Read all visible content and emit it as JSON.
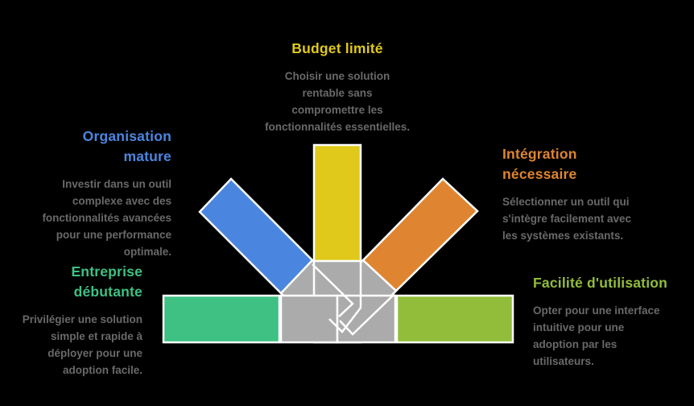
{
  "canvas": {
    "background": "#000000"
  },
  "palette": {
    "arrowhead_gray": "#ababab",
    "shape_stroke": "#ffffff",
    "body_text": "#696969"
  },
  "items": [
    {
      "id": "budget",
      "title": "Budget limité",
      "body": "Choisir une solution\nrentable sans\ncompromettre les\nfonctionnalités essentielles.",
      "color": "#e0c91a"
    },
    {
      "id": "organisation",
      "title": "Organisation\nmature",
      "body": "Investir dans un outil\ncomplexe avec des\nfonctionnalités avancées\npour une performance\noptimale.",
      "color": "#4a86e0"
    },
    {
      "id": "integration",
      "title": "Intégration\nnécessaire",
      "body": "Sélectionner un outil qui\ns'intègre facilement avec\nles systèmes existants.",
      "color": "#df8531"
    },
    {
      "id": "entreprise",
      "title": "Entreprise\ndébutante",
      "body": "Privilégier une solution\nsimple et rapide à\ndéployer pour une\nadoption facile.",
      "color": "#3ec183"
    },
    {
      "id": "facilite",
      "title": "Facilité d'utilisation",
      "body": "Opter pour une interface\nintuitive pour une\nadoption par les\nutilisateurs.",
      "color": "#92bd3b"
    }
  ]
}
